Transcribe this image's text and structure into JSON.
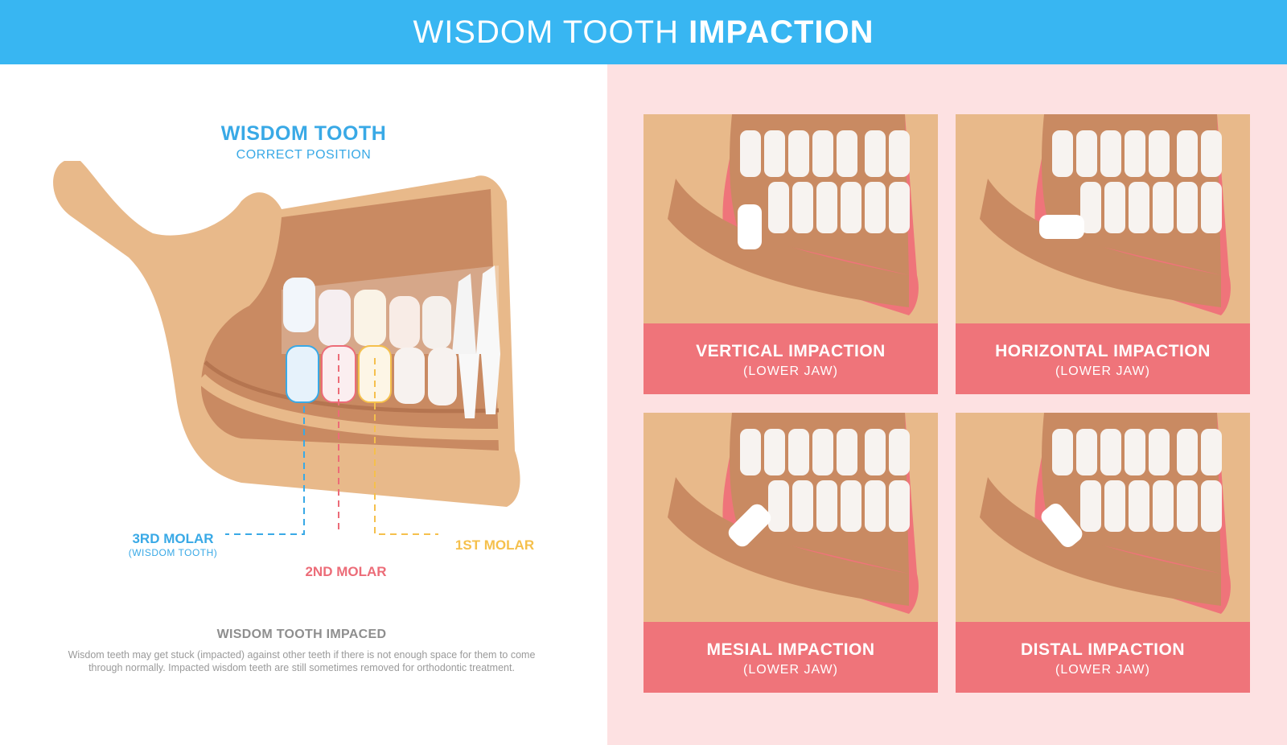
{
  "header": {
    "title_light": "WISDOM TOOTH",
    "title_bold": "IMPACTION",
    "color": "#38b6f2"
  },
  "main_diagram": {
    "title": "WISDOM TOOTH",
    "subtitle": "CORRECT POSITION",
    "labels": {
      "third_molar": "3RD MOLAR",
      "third_molar_sub": "(WISDOM TOOTH)",
      "second_molar": "2ND MOLAR",
      "first_molar": "1ST MOLAR"
    },
    "colors": {
      "third_molar": "#39a9e6",
      "second_molar": "#ec6c78",
      "first_molar": "#f5c04c",
      "bone": "#e8b98a",
      "marrow": "#c98a62"
    }
  },
  "description": {
    "title": "WISDOM TOOTH IMPACED",
    "text": "Wisdom teeth may get stuck (impacted) against other teeth if there is not enough space for them to come through normally. Impacted wisdom teeth are still sometimes removed for orthodontic treatment."
  },
  "cards": [
    {
      "title": "VERTICAL IMPACTION",
      "subtitle": "(LOWER JAW)",
      "angle": 0
    },
    {
      "title": "HORIZONTAL IMPACTION",
      "subtitle": "(LOWER JAW)",
      "angle": 90
    },
    {
      "title": "MESIAL IMPACTION",
      "subtitle": "(LOWER JAW)",
      "angle": 45
    },
    {
      "title": "DISTAL IMPACTION",
      "subtitle": "(LOWER JAW)",
      "angle": -40
    }
  ],
  "panel_colors": {
    "right_bg": "#fde1e2",
    "card_bg": "#ef747a"
  }
}
